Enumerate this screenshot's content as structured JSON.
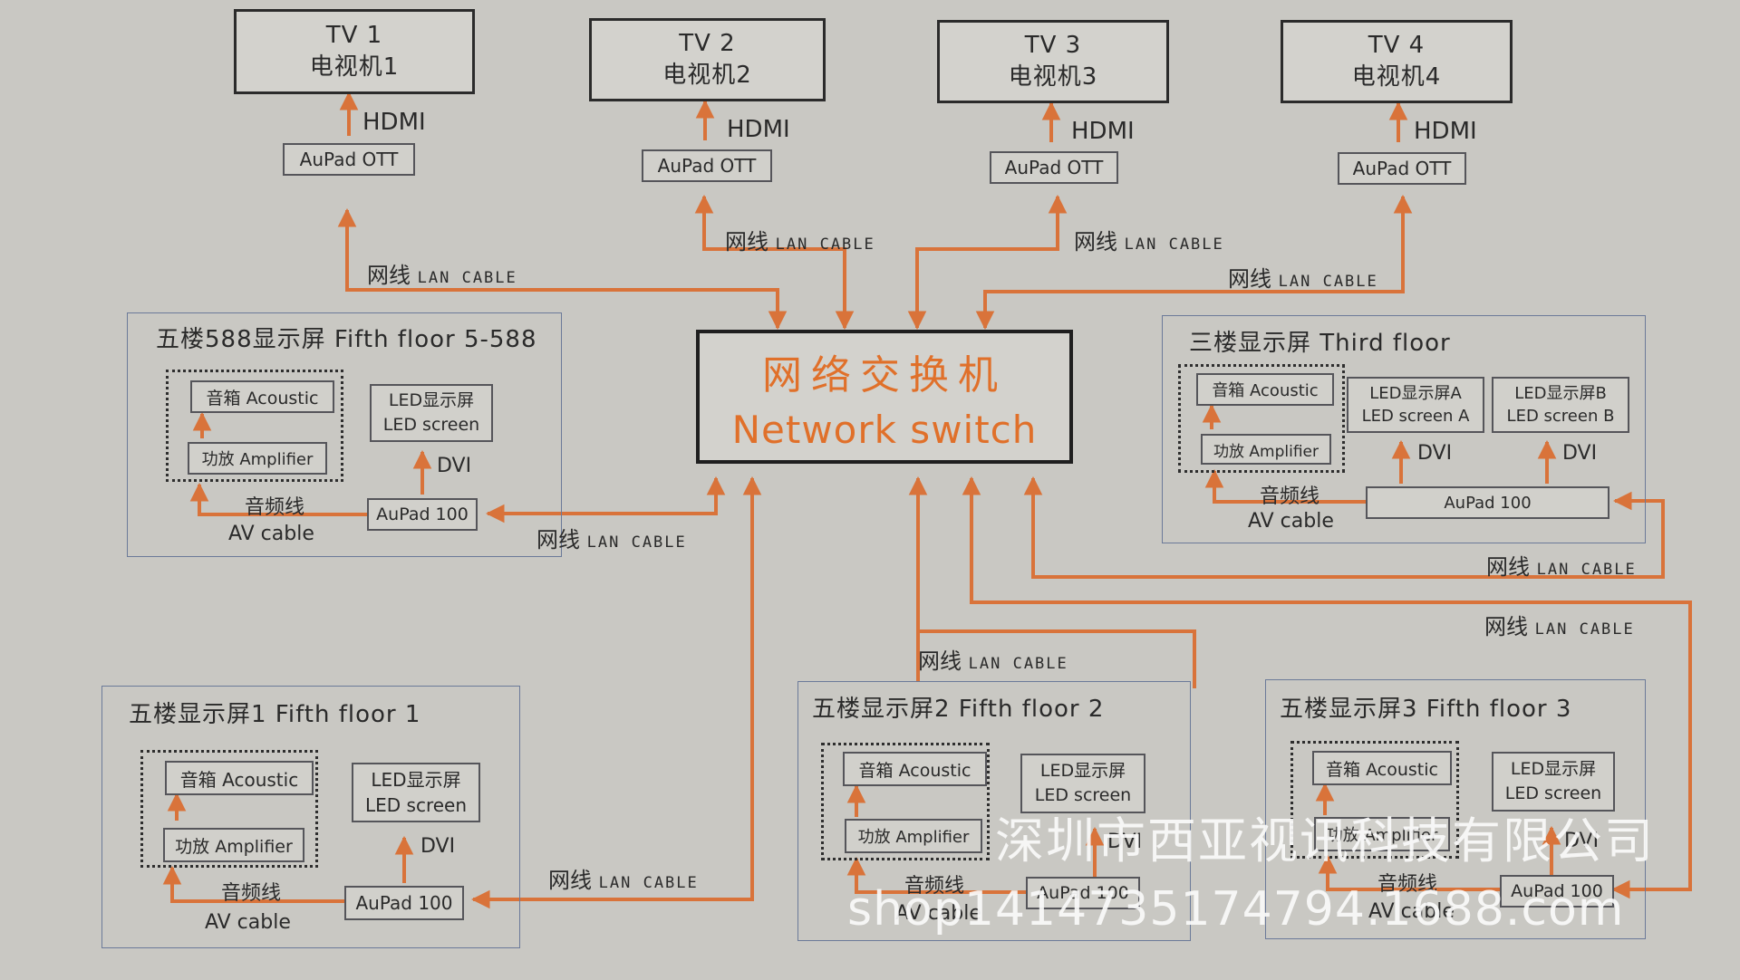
{
  "tvs": [
    {
      "line1": "TV  1",
      "line2": "电视机1",
      "hdmi": "HDMI",
      "device": "AuPad OTT"
    },
    {
      "line1": "TV  2",
      "line2": "电视机2",
      "hdmi": "HDMI",
      "device": "AuPad OTT"
    },
    {
      "line1": "TV  3",
      "line2": "电视机3",
      "hdmi": "HDMI",
      "device": "AuPad OTT"
    },
    {
      "line1": "TV  4",
      "line2": "电视机4",
      "hdmi": "HDMI",
      "device": "AuPad OTT"
    }
  ],
  "switch": {
    "cn": "网络交换机",
    "en": "Network switch"
  },
  "lan": {
    "cn": "网线",
    "en": "LAN CABLE"
  },
  "panels": {
    "f5_588": {
      "title": "五楼588显示屏  Fifth floor 5-588",
      "acoustic": "音箱 Acoustic",
      "amplifier": "功放 Amplifier",
      "led_cn": "LED显示屏",
      "led_en": "LED screen",
      "dvi": "DVI",
      "aupad": "AuPad 100",
      "av_cn": "音频线",
      "av_en": "AV  cable"
    },
    "third": {
      "title": "三楼显示屏  Third floor",
      "acoustic": "音箱 Acoustic",
      "amplifier": "功放 Amplifier",
      "led_a_cn": "LED显示屏A",
      "led_a_en": "LED screen A",
      "led_b_cn": "LED显示屏B",
      "led_b_en": "LED screen B",
      "dvi": "DVI",
      "aupad": "AuPad 100",
      "av_cn": "音频线",
      "av_en": "AV  cable"
    },
    "f5_1": {
      "title": "五楼显示屏1  Fifth floor 1",
      "acoustic": "音箱 Acoustic",
      "amplifier": "功放 Amplifier",
      "led_cn": "LED显示屏",
      "led_en": "LED screen",
      "dvi": "DVI",
      "aupad": "AuPad 100",
      "av_cn": "音频线",
      "av_en": "AV  cable"
    },
    "f5_2": {
      "title": "五楼显示屏2    Fifth floor 2",
      "acoustic": "音箱 Acoustic",
      "amplifier": "功放 Amplifier",
      "led_cn": "LED显示屏",
      "led_en": "LED screen",
      "dvi": "DVI",
      "aupad": "AuPad 100",
      "av_cn": "音频线",
      "av_en": "AV  cable"
    },
    "f5_3": {
      "title": "五楼显示屏3  Fifth floor 3",
      "acoustic": "音箱 Acoustic",
      "amplifier": "功放 Amplifier",
      "led_cn": "LED显示屏",
      "led_en": "LED screen",
      "dvi": "DVI",
      "aupad": "AuPad 100",
      "av_cn": "音频线",
      "av_en": "AV  cable"
    }
  },
  "watermark": {
    "company": "深圳市西亚视讯科技有限公司",
    "shop": "shop1414735174794.1688.com"
  },
  "colors": {
    "wire": "#d9733a",
    "text": "#2a2a2a",
    "switch_text": "#e0702a",
    "panel_border": "#6b7a99",
    "background": "#c9c8c3"
  }
}
